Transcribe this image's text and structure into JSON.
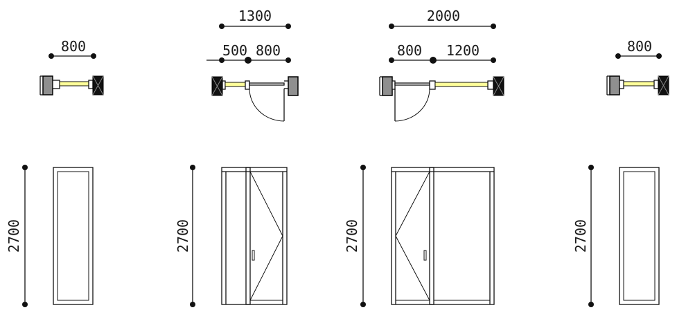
{
  "units": [
    {
      "id": "unit-1",
      "kind": "fixed-panel",
      "plan": {
        "dimensions": [
          "800"
        ]
      },
      "elevation": {
        "height": "2700"
      }
    },
    {
      "id": "unit-2",
      "kind": "sidelight-door",
      "plan": {
        "dimensions": [
          "1300",
          "500",
          "800"
        ]
      },
      "elevation": {
        "height": "2700"
      }
    },
    {
      "id": "unit-3",
      "kind": "door-sidelight",
      "plan": {
        "dimensions": [
          "2000",
          "800",
          "1200"
        ]
      },
      "elevation": {
        "height": "2700"
      }
    },
    {
      "id": "unit-4",
      "kind": "fixed-panel",
      "plan": {
        "dimensions": [
          "800"
        ]
      },
      "elevation": {
        "height": "2700"
      }
    }
  ],
  "colors": {
    "line": "#111111",
    "glass": "#ffff99",
    "jamb": "#8f8f8f",
    "background": "#ffffff"
  }
}
